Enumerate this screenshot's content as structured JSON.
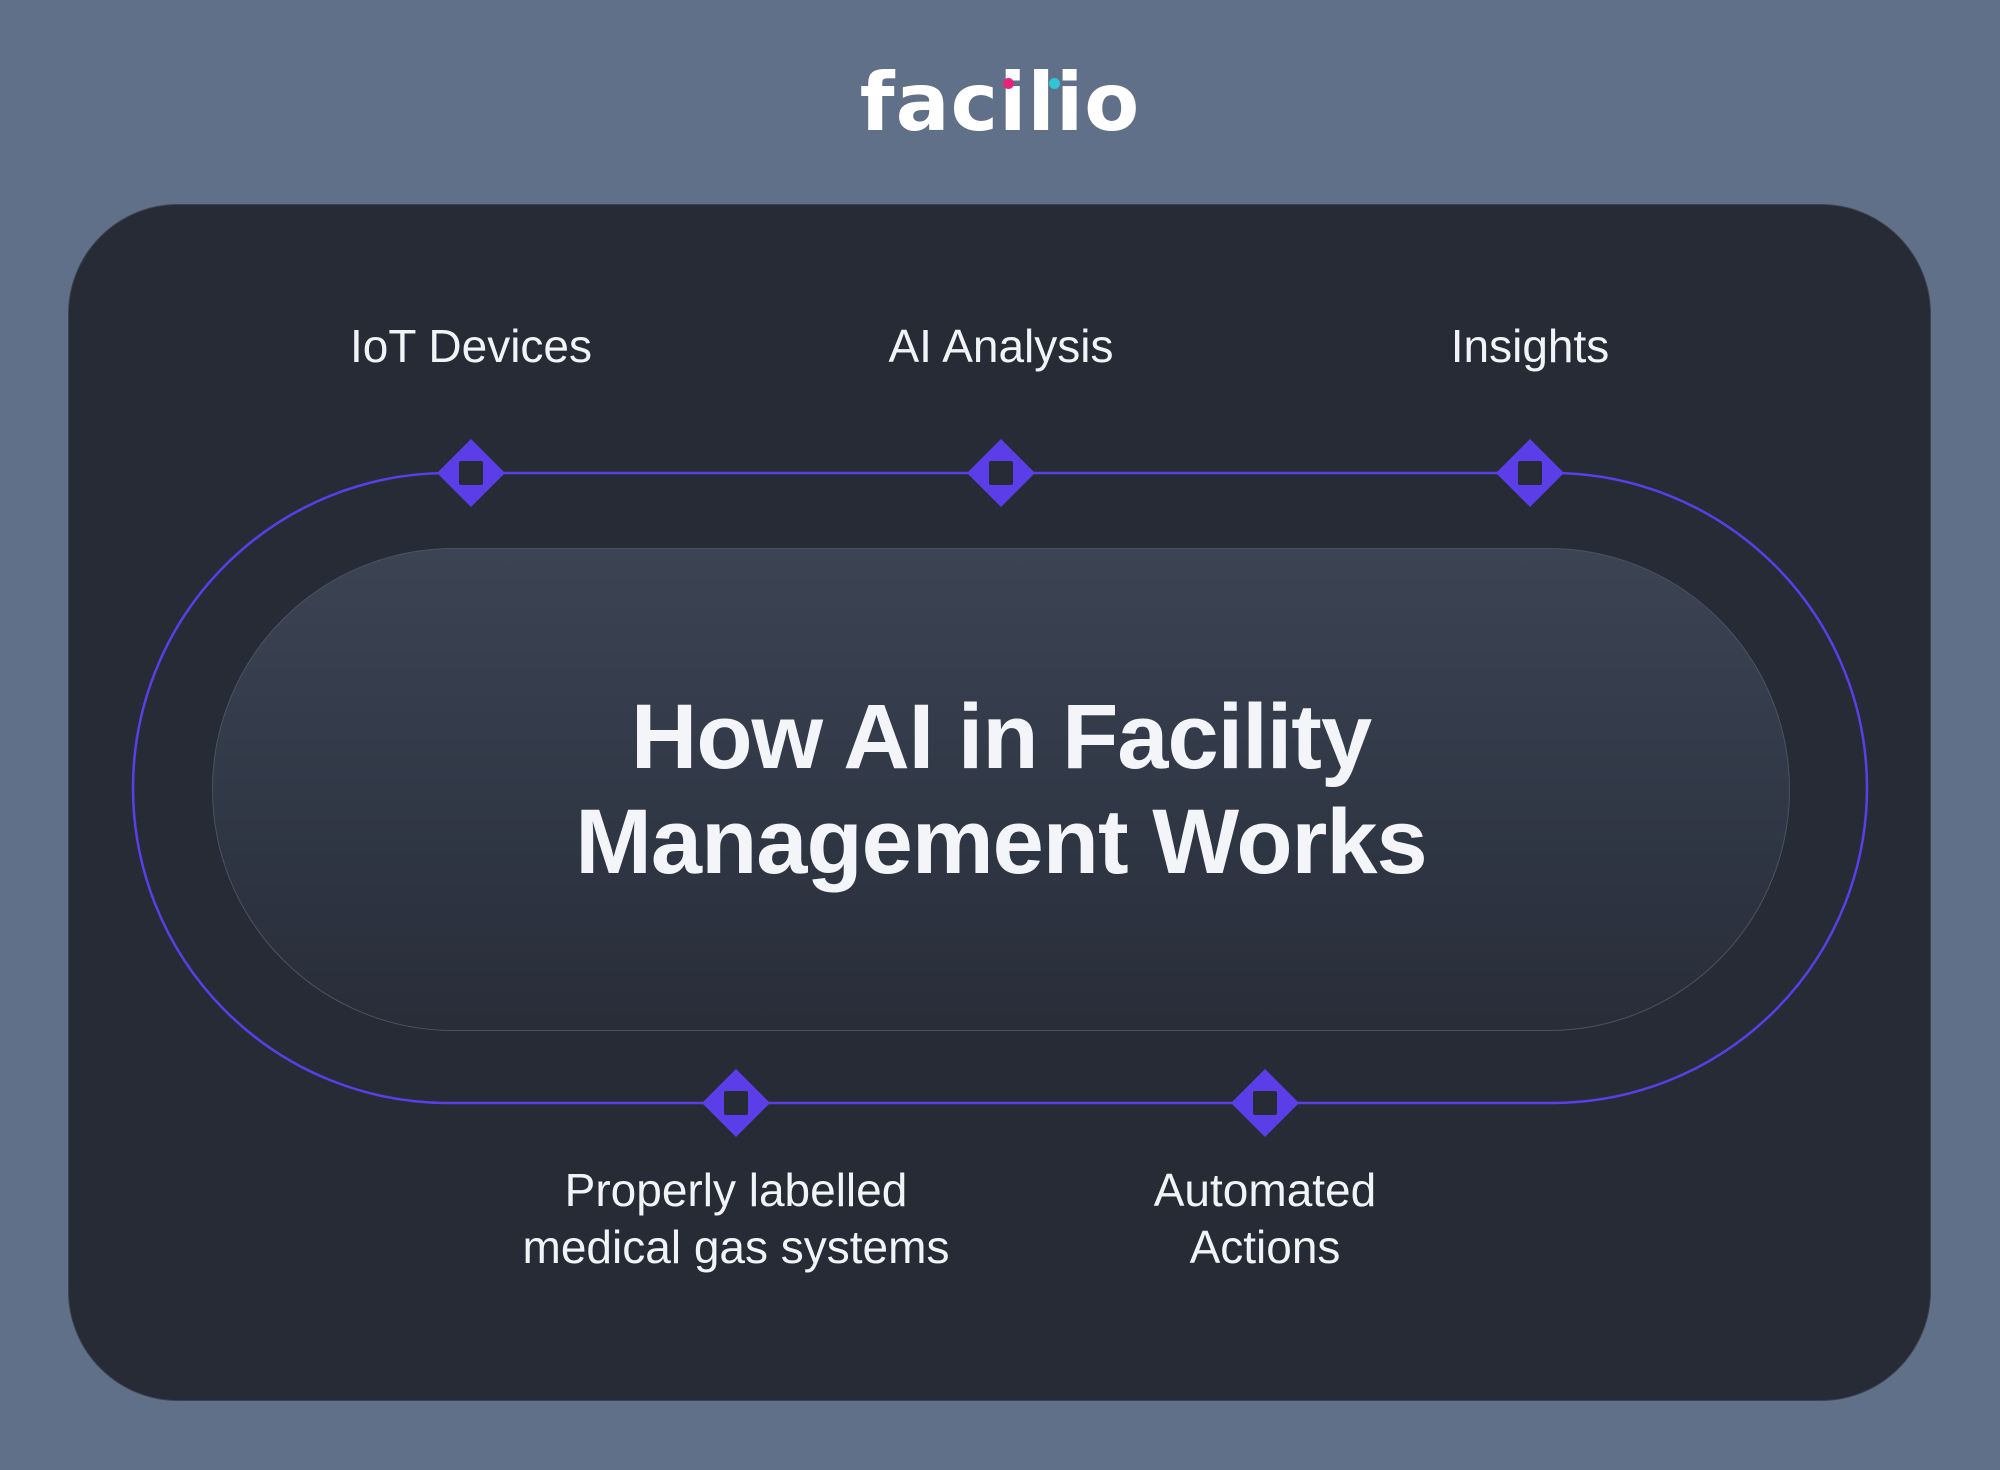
{
  "logo": {
    "text": "facilio",
    "dot_colors": [
      "#e8247a",
      "#2fc5d5"
    ]
  },
  "title": {
    "line1": "How AI in Facility",
    "line2": "Management Works"
  },
  "steps_top": [
    {
      "label": "IoT Devices"
    },
    {
      "label": "AI Analysis"
    },
    {
      "label": "Insights"
    }
  ],
  "steps_bottom": [
    {
      "line1": "Properly labelled",
      "line2": "medical gas systems"
    },
    {
      "line1": "Automated",
      "line2": "Actions"
    }
  ],
  "colors": {
    "background": "#617089",
    "card": "#262b36",
    "accent": "#5b3ee8",
    "text": "#f1f3f6"
  },
  "icons": {
    "node": "diamond-node-icon"
  }
}
